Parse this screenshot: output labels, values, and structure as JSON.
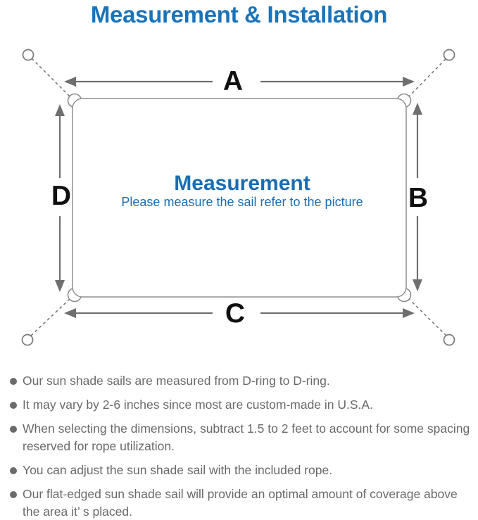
{
  "title": "Measurement & Installation",
  "diagram": {
    "labels": {
      "top": "A",
      "right": "B",
      "bottom": "C",
      "left": "D"
    },
    "center_title": "Measurement",
    "center_subtitle": "Please measure the sail refer to the picture"
  },
  "bullets": [
    "Our sun shade sails are measured from D-ring to D-ring.",
    "It may vary by 2-6 inches since most are custom-made in U.S.A.",
    "When selecting the dimensions, subtract 1.5 to 2 feet to account for some spacing reserved for rope utilization.",
    "You can adjust the sun shade sail with the included rope.",
    "Our flat-edged sun shade sail will provide an optimal amount of coverage above the area it’ s placed."
  ],
  "colors": {
    "title_blue": "#1b73b8",
    "center_blue": "#1b6db1",
    "text_gray": "#696969",
    "line_gray": "#787878",
    "arrow_gray": "#6f6f6f",
    "label_black": "#101010"
  }
}
